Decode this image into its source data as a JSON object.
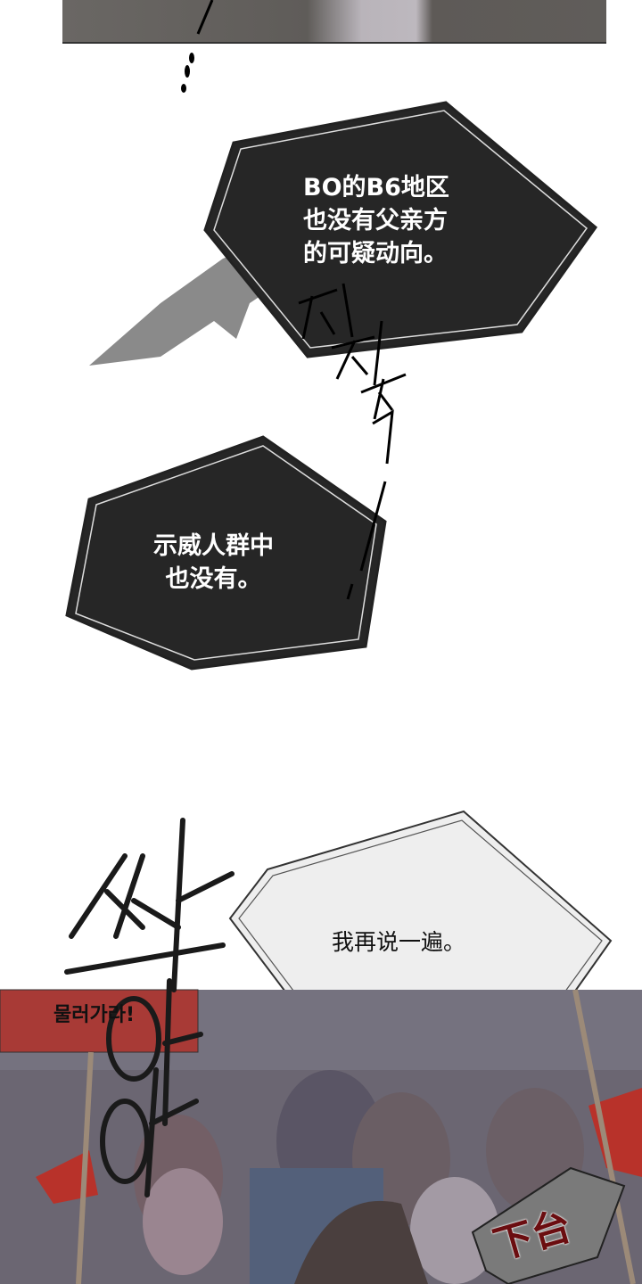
{
  "bubbles": [
    {
      "lines": [
        "BO的B6地区",
        "也没有父亲方",
        "的可疑动向。"
      ]
    },
    {
      "lines": [
        "示威人群中",
        "也没有。"
      ]
    },
    {
      "lines": [
        "我再说一遍。"
      ]
    }
  ],
  "sign": {
    "text": "물러가라!"
  },
  "sfx": {
    "shout": "下台"
  },
  "colors": {
    "bubble_dark": "#262626",
    "bubble_light": "#eeeeee",
    "sign_red": "#a83a36",
    "crowd": "#6e6b78"
  }
}
